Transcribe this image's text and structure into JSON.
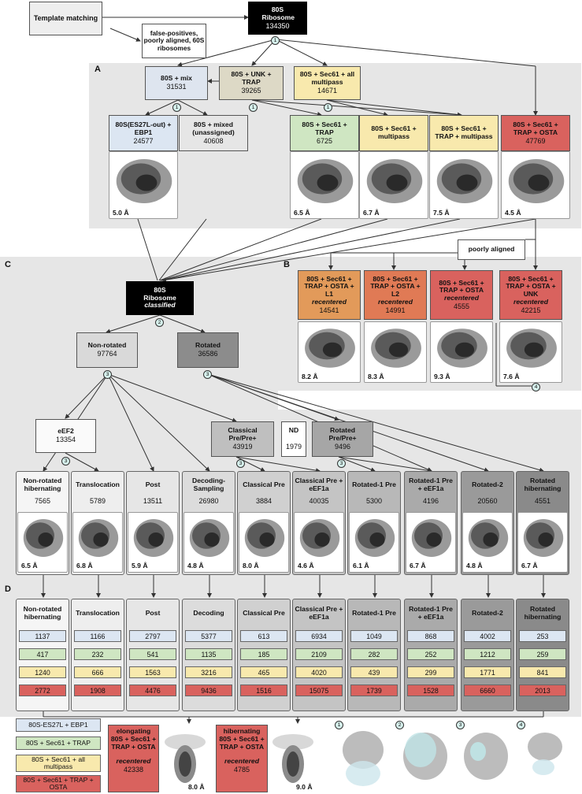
{
  "colors": {
    "blue": "#dce6f2",
    "green": "#cfe6c2",
    "yellow": "#f8e9ad",
    "red": "#d9625e",
    "orange": "#e29a5a",
    "black": "#000000",
    "gray_panel": "#e6e6e6"
  },
  "top": {
    "template_matching": "Template matching",
    "false_positives": "false-positives, poorly aligned, 60S ribosomes",
    "ribosome_title": "80S Ribosome",
    "ribosome_count": "134350"
  },
  "panel_labels": {
    "a": "A",
    "b": "B",
    "c": "C",
    "d": "D"
  },
  "circles": {
    "c1": "1",
    "c2": "2",
    "c3": "3",
    "c4": "4"
  },
  "panel_a": {
    "mix": {
      "title": "80S + mix",
      "count": "31531"
    },
    "unk": {
      "title": "80S + UNK + TRAP",
      "count": "39265"
    },
    "sec61_all": {
      "title": "80S + Sec61 + all multipass",
      "count": "14671"
    },
    "cards": [
      {
        "title": "80S(ES27L-out) + EBP1",
        "count": "24577",
        "res": "5.0 Å"
      },
      {
        "title": "80S + mixed (unassigned)",
        "count": "40608",
        "res": ""
      },
      {
        "title": "80S + Sec61 + TRAP",
        "count": "6725",
        "res": "6.5 Å"
      },
      {
        "title": "80S + Sec61 + multipass",
        "count": "",
        "res": "6.7 Å"
      },
      {
        "title": "80S + Sec61 + TRAP + multipass",
        "count": "",
        "res": "7.5 Å"
      },
      {
        "title": "80S + Sec61 + TRAP + OSTA",
        "count": "47769",
        "res": "4.5 Å"
      }
    ]
  },
  "poorly_aligned": "poorly aligned",
  "panel_b": [
    {
      "title": "80S + Sec61 + TRAP + OSTA + L1",
      "sub": "recentered",
      "count": "14541",
      "res": "8.2 Å"
    },
    {
      "title": "80S + Sec61 + TRAP + OSTA + L2",
      "sub": "recentered",
      "count": "14991",
      "res": "8.3 Å"
    },
    {
      "title": "80S + Sec61 + TRAP + OSTA",
      "sub": "recentered",
      "count": "4555",
      "res": "9.3 Å"
    },
    {
      "title": "80S + Sec61 + TRAP + OSTA + UNK",
      "sub": "recentered",
      "count": "42215",
      "res": "7.6 Å"
    }
  ],
  "panel_c": {
    "classified_title": "80S Ribosome",
    "classified_sub": "classified",
    "nonrot": {
      "title": "Non-rotated",
      "count": "97764"
    },
    "rot": {
      "title": "Rotated",
      "count": "36586"
    },
    "eef2": {
      "title": "eEF2",
      "count": "13354"
    },
    "classical": {
      "title": "Classical Pre/Pre+",
      "count": "43919"
    },
    "nd": {
      "title": "ND",
      "count": "1979"
    },
    "rotated_pre": {
      "title": "Rotated Pre/Pre+",
      "count": "9496"
    },
    "states": [
      {
        "title": "Non-rotated hibernating",
        "count": "7565",
        "res": "6.5 Å"
      },
      {
        "title": "Translocation",
        "count": "5789",
        "res": "6.8 Å"
      },
      {
        "title": "Post",
        "count": "13511",
        "res": "5.9 Å"
      },
      {
        "title": "Decoding-Sampling",
        "count": "26980",
        "res": "4.8 Å"
      },
      {
        "title": "Classical Pre",
        "count": "3884",
        "res": "8.0 Å"
      },
      {
        "title": "Classical Pre + eEF1a",
        "count": "40035",
        "res": "4.6 Å"
      },
      {
        "title": "Rotated-1 Pre",
        "count": "5300",
        "res": "6.1 Å"
      },
      {
        "title": "Rotated-1 Pre + eEF1a",
        "count": "4196",
        "res": "6.7 Å"
      },
      {
        "title": "Rotated-2",
        "count": "20560",
        "res": "4.8 Å"
      },
      {
        "title": "Rotated hibernating",
        "count": "4551",
        "res": "6.7 Å"
      }
    ]
  },
  "panel_d": [
    {
      "title": "Non-rotated hibernating",
      "v": [
        "1137",
        "417",
        "1240",
        "2772"
      ]
    },
    {
      "title": "Translocation",
      "v": [
        "1166",
        "232",
        "666",
        "1908"
      ]
    },
    {
      "title": "Post",
      "v": [
        "2797",
        "541",
        "1563",
        "4476"
      ]
    },
    {
      "title": "Decoding",
      "v": [
        "5377",
        "1135",
        "3216",
        "9436"
      ]
    },
    {
      "title": "Classical Pre",
      "v": [
        "613",
        "185",
        "465",
        "1516"
      ]
    },
    {
      "title": "Classical Pre + eEF1a",
      "v": [
        "6934",
        "2109",
        "4020",
        "15075"
      ]
    },
    {
      "title": "Rotated-1 Pre",
      "v": [
        "1049",
        "282",
        "439",
        "1739"
      ]
    },
    {
      "title": "Rotated-1 Pre + eEF1a",
      "v": [
        "868",
        "252",
        "299",
        "1528"
      ]
    },
    {
      "title": "Rotated-2",
      "v": [
        "4002",
        "1212",
        "1771",
        "6660"
      ]
    },
    {
      "title": "Rotated hibernating",
      "v": [
        "253",
        "259",
        "841",
        "2013"
      ]
    }
  ],
  "legend": [
    "80S-ES27L + EBP1",
    "80S + Sec61 + TRAP",
    "80S + Sec61 + all multipass",
    "80S + Sec61 + TRAP + OSTA"
  ],
  "bottom": {
    "elong_title": "elongating 80S + Sec61 + TRAP + OSTA",
    "elong_sub": "recentered",
    "elong_count": "42338",
    "elong_res": "8.0 Å",
    "hib_title": "hibernating 80S + Sec61 + TRAP + OSTA",
    "hib_sub": "recentered",
    "hib_count": "4785",
    "hib_res": "9.0 Å"
  }
}
